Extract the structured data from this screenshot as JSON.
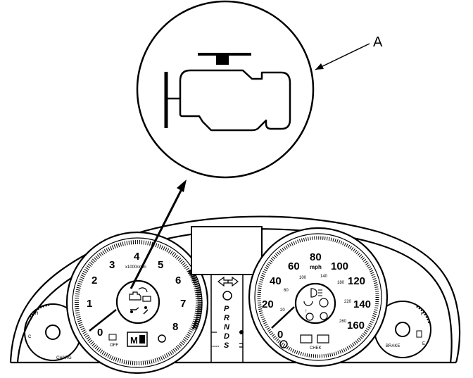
{
  "callout": {
    "label": "A"
  },
  "tachometer": {
    "numbers": [
      "0",
      "1",
      "2",
      "3",
      "4",
      "5",
      "6",
      "7",
      "8"
    ],
    "unit": "x1000r/min",
    "gear_display": "M",
    "indicator_icons": [
      "engine-icon",
      "door-icon",
      "battery-icon",
      "oil-icon",
      "seatbelt-icon",
      "vsa-off-icon"
    ]
  },
  "speedometer": {
    "mph_numbers": [
      "0",
      "20",
      "40",
      "60",
      "80",
      "100",
      "120",
      "140",
      "160"
    ],
    "unit": "mph",
    "kmh_numbers": [
      "20",
      "60",
      "100",
      "140",
      "180",
      "220",
      "260"
    ],
    "indicator_icons": [
      "headlight-icon",
      "brake-system-icon",
      "tpms-icon",
      "srs-icon",
      "abs-icon"
    ]
  },
  "center": {
    "gear_letters": [
      "P",
      "R",
      "N",
      "D",
      "S"
    ],
    "bottom_label": "CHEK"
  },
  "left_gauge": {
    "label": "CHARG"
  },
  "right_gauge": {
    "label": "BRAKE"
  }
}
